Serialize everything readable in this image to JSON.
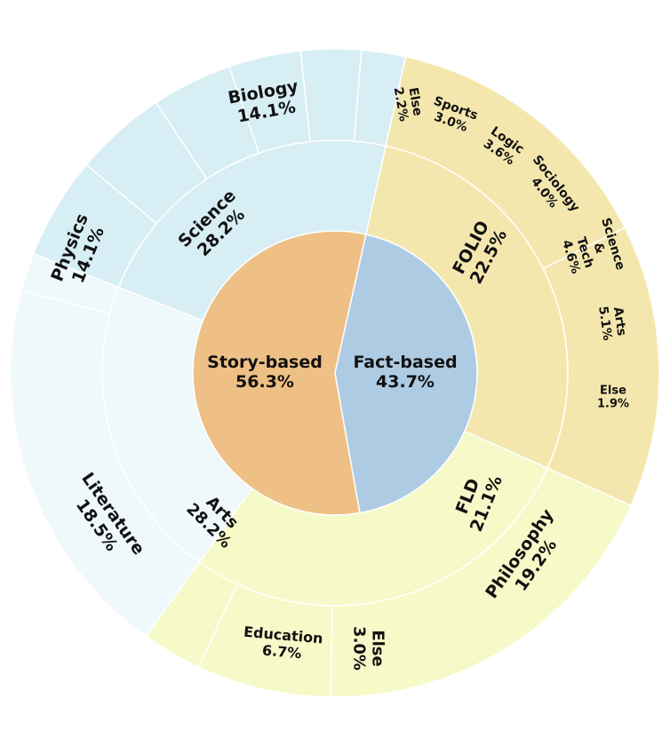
{
  "chart_data": {
    "type": "sunburst",
    "title": "",
    "inner": [
      {
        "name": "Story-based",
        "value": 56.3,
        "label": "56.3%",
        "color": "#eec085"
      },
      {
        "name": "Fact-based",
        "value": 43.7,
        "label": "43.7%",
        "color": "#adcbe3"
      }
    ],
    "middle": [
      {
        "parent": "Fact-based",
        "name": "FOLIO",
        "value": 22.5,
        "label": "22.5%",
        "color": "#d8eef5"
      },
      {
        "parent": "Fact-based",
        "name": "FLD",
        "value": 21.1,
        "label": "21.1%",
        "color": "#eff8fb"
      },
      {
        "parent": "Story-based",
        "name": "Arts",
        "value": 28.2,
        "label": "28.2%",
        "color": "#f6f9c8"
      },
      {
        "parent": "Story-based",
        "name": "Science",
        "value": 28.2,
        "label": "28.2%",
        "color": "#f4e7ae"
      }
    ],
    "outer": [
      {
        "parent": "FOLIO",
        "name": "Else",
        "value": 2.2,
        "label": "2.2%",
        "color": "#d8eef5"
      },
      {
        "parent": "FOLIO",
        "name": "Sports",
        "value": 3.0,
        "label": "3.0%",
        "color": "#d8eef5"
      },
      {
        "parent": "FOLIO",
        "name": "Logic",
        "value": 3.6,
        "label": "3.6%",
        "color": "#d8eef5"
      },
      {
        "parent": "FOLIO",
        "name": "Sociology",
        "value": 4.0,
        "label": "4.0%",
        "color": "#d8eef5"
      },
      {
        "parent": "FOLIO",
        "name": "Science & Tech",
        "value": 4.6,
        "label": "4.6%",
        "color": "#d8eef5"
      },
      {
        "parent": "FOLIO",
        "name": "Arts",
        "value": 5.1,
        "label": "5.1%",
        "color": "#d8eef5"
      },
      {
        "parent": "FLD",
        "name": "Else",
        "value": 1.9,
        "label": "1.9%",
        "color": "#eff8fb"
      },
      {
        "parent": "FLD",
        "name": "Philosophy",
        "value": 19.2,
        "label": "19.2%",
        "color": "#eff8fb"
      },
      {
        "parent": "Arts",
        "name": "Else",
        "value": 3.0,
        "label": "3.0%",
        "color": "#f6f9c8"
      },
      {
        "parent": "Arts",
        "name": "Education",
        "value": 6.7,
        "label": "6.7%",
        "color": "#f6f9c8"
      },
      {
        "parent": "Arts",
        "name": "Literature",
        "value": 18.5,
        "label": "18.5%",
        "color": "#f6f9c8"
      },
      {
        "parent": "Science",
        "name": "Physics",
        "value": 14.1,
        "label": "14.1%",
        "color": "#f4e7ae"
      },
      {
        "parent": "Science",
        "name": "Biology",
        "value": 14.1,
        "label": "14.1%",
        "color": "#f4e7ae"
      }
    ]
  }
}
